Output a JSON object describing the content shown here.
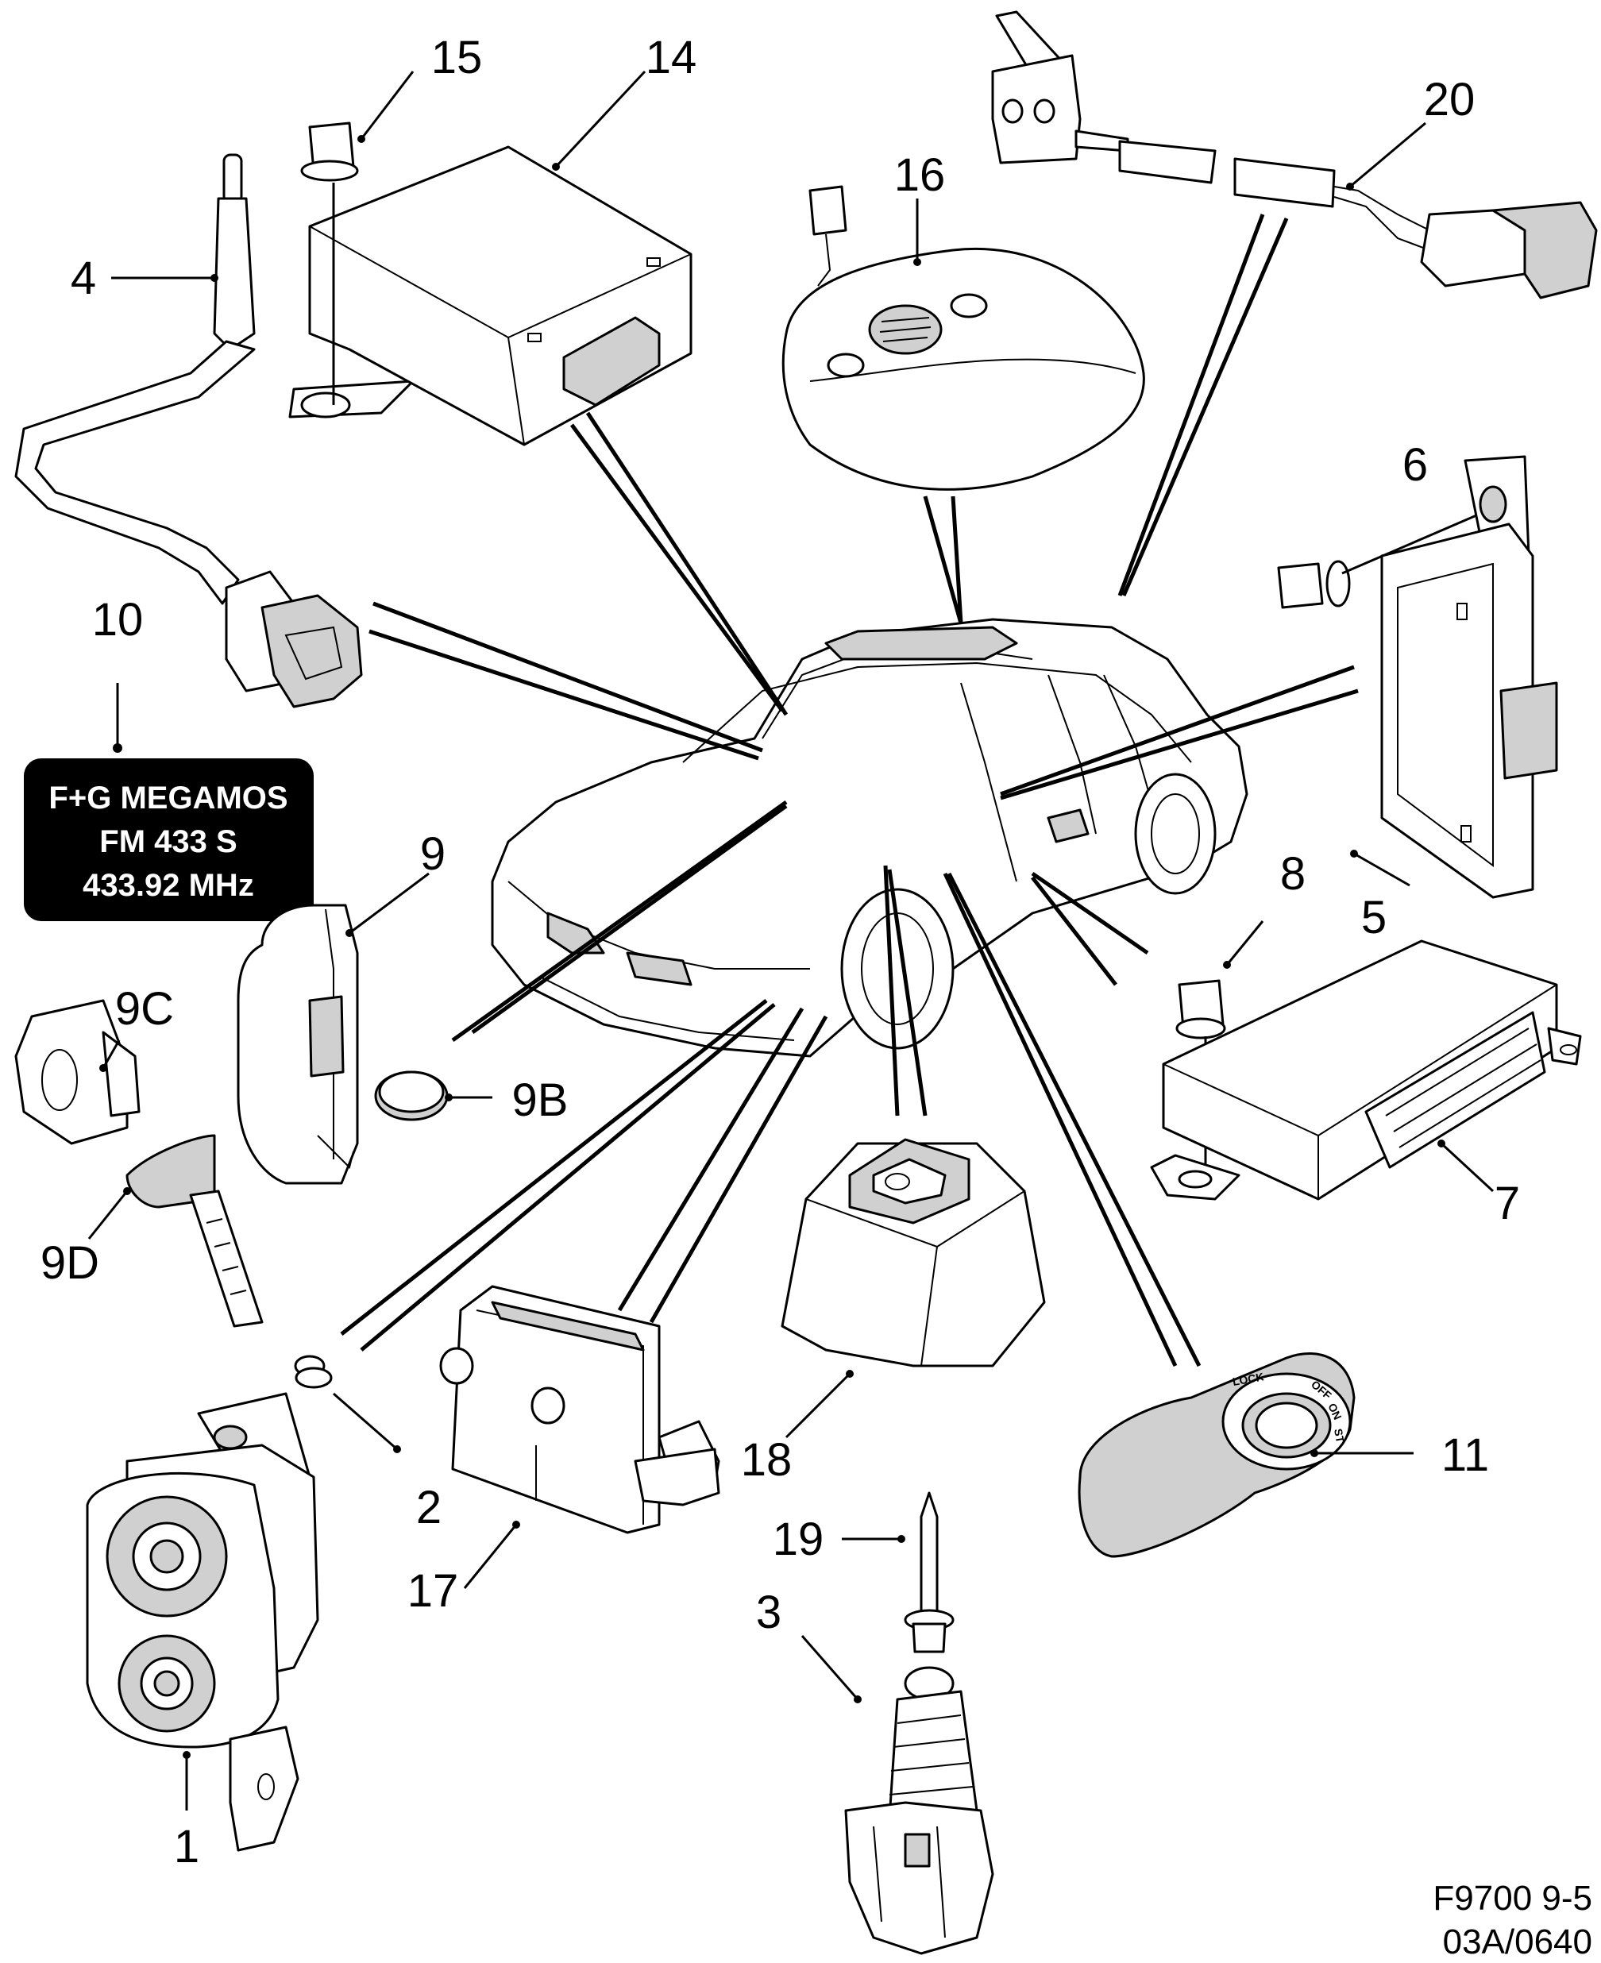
{
  "callouts": {
    "c1": "1",
    "c2": "2",
    "c3": "3",
    "c4": "4",
    "c5": "5",
    "c6": "6",
    "c7": "7",
    "c8": "8",
    "c9": "9",
    "c9b": "9B",
    "c9c": "9C",
    "c9d": "9D",
    "c10": "10",
    "c11": "11",
    "c14": "14",
    "c15": "15",
    "c16": "16",
    "c17": "17",
    "c18": "18",
    "c19": "19",
    "c20": "20"
  },
  "label_plate": {
    "line1": "F+G MEGAMOS",
    "line2": "FM 433 S",
    "line3": "433.92 MHz"
  },
  "ignition_marks": {
    "lock": "LOCK",
    "off": "OFF",
    "on": "ON",
    "st": "ST"
  },
  "footer": {
    "line1": "F9700 9-5",
    "line2": "03A/0640"
  }
}
